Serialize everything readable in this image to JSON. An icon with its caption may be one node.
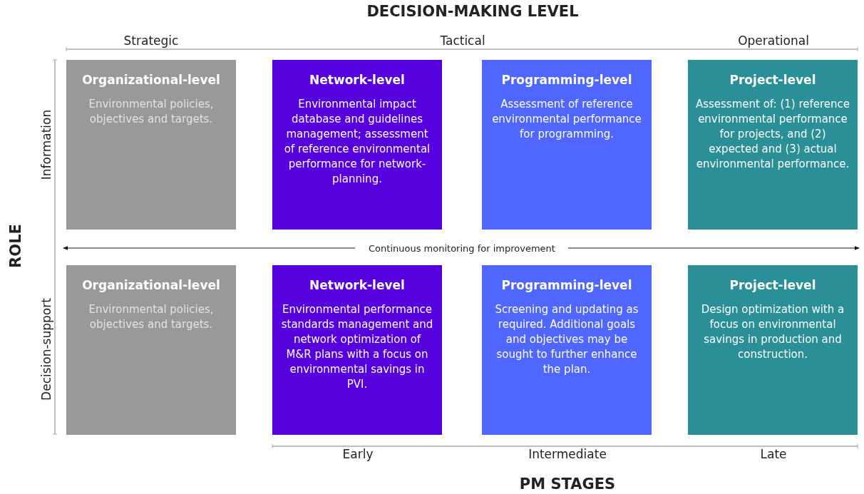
{
  "diagram": {
    "nodes": [
      {
        "text": [
          "Organizational-level",
          "Environmental policies, objectives and targets."
        ]
      },
      {
        "text": [
          "Network-level",
          "Environmental impact database and guidelines management; assessment of reference environmental performance for network-planning."
        ]
      },
      {
        "text": [
          "Programming-level",
          "Assessment of reference environmental performance for programming."
        ]
      },
      {
        "text": [
          "Project-level",
          "Assessment of: (1) reference environmental performance for projects, and (2) expected and (3) actual environmental performance."
        ]
      },
      {
        "text": [
          "Organizational-level",
          "Environmental policies, objectives and targets."
        ]
      },
      {
        "text": [
          "Network-level",
          "Environmental performance standards management and network optimization of M&R plans with a focus on  environmental savings in PVI."
        ]
      },
      {
        "text": [
          "Programming-level",
          "Screening and updating as required. Additional goals and  objectives may be sought to further enhance the plan."
        ]
      },
      {
        "text": [
          "Project-level",
          "Design optimization with a focus on environmental savings in production and construction."
        ]
      }
    ],
    "labels": [
      "DECISION-MAKING LEVEL",
      "Strategic",
      "Tactical",
      "Operational",
      "ROLE",
      "Information",
      "Continuous monitoring for improvement",
      "Decision-support",
      "Early",
      "Intermediate",
      "Late",
      "PM STAGES"
    ]
  }
}
